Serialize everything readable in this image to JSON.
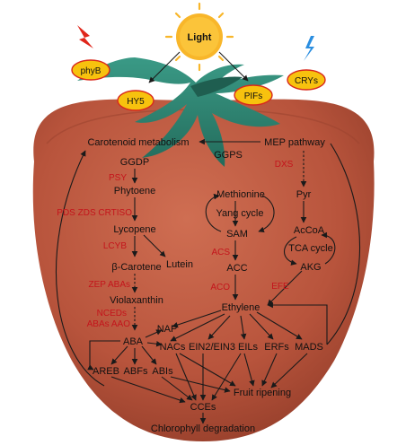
{
  "light": "Light",
  "receptors": {
    "phyb": "phyB",
    "hy5": "HY5",
    "pifs": "PIFs",
    "crys": "CRYs"
  },
  "nodes": {
    "carotenoid_metabolism": "Carotenoid metabolism",
    "mep_pathway": "MEP pathway",
    "ggdp": "GGDP",
    "ggps": "GGPS",
    "phytoene": "Phytoene",
    "lycopene": "Lycopene",
    "beta_carotene": "β-Carotene",
    "lutein": "Lutein",
    "violaxanthin": "Violaxanthin",
    "aba": "ABA",
    "nap": "NAP",
    "nacs": "NACs",
    "ein2_ein3": "EIN2/EIN3",
    "eils": "EILs",
    "erfs": "ERFs",
    "mads": "MADS",
    "areb": "AREB",
    "abfs": "ABFs",
    "abis": "ABIs",
    "cces": "CCEs",
    "fruit_ripening": "Fruit ripening",
    "chlorophyll_degradation": "Chlorophyll degradation",
    "methionine": "Methionine",
    "yang_cycle": "Yang cycle",
    "sam": "SAM",
    "acc": "ACC",
    "ethylene": "Ethylene",
    "pyr": "Pyr",
    "accoa": "AcCoA",
    "tca_cycle": "TCA cycle",
    "akg": "AKG"
  },
  "enzymes": {
    "psy": "PSY",
    "dxs": "DXS",
    "pds_line": "PDS ZDS CRTISO",
    "lcyb": "LCYB",
    "zep_line": "ZEP ABAs",
    "nceds": "NCEDs",
    "abas_aao": "ABAs AAO",
    "acs": "ACS",
    "aco": "ACO",
    "efe": "EFE"
  },
  "colors": {
    "tomato": "#b8543c",
    "tomato_dark": "#8e3a27",
    "leaf": "#2e8573",
    "sun": "#f8b62a",
    "oval_fill": "#f7c20e",
    "oval_stroke": "#d8281c",
    "enzyme_red": "#c4141b",
    "lightning_red": "#e0261b",
    "lightning_blue": "#2a8ee0"
  }
}
